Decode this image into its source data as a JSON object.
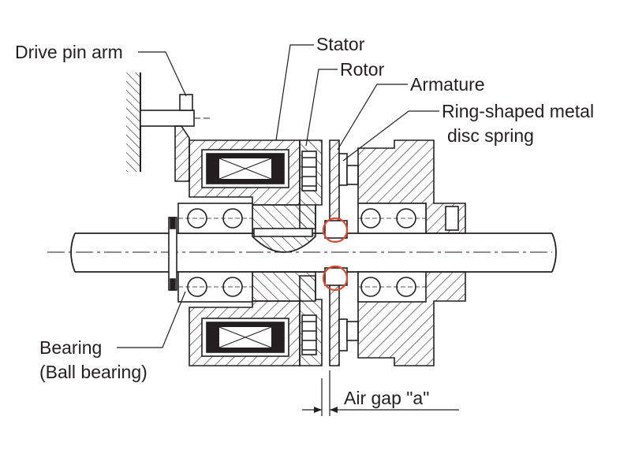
{
  "labels": {
    "drive_pin_arm": "Drive pin arm",
    "stator": "Stator",
    "rotor": "Rotor",
    "armature": "Armature",
    "spring_line1": "Ring-shaped metal",
    "spring_line2": "disc spring",
    "bearing_line1": "Bearing",
    "bearing_line2": "(Ball bearing)",
    "air_gap": "Air gap \"a\""
  },
  "colors": {
    "line": "#231f20",
    "highlight": "#e8452f",
    "background": "#ffffff"
  }
}
